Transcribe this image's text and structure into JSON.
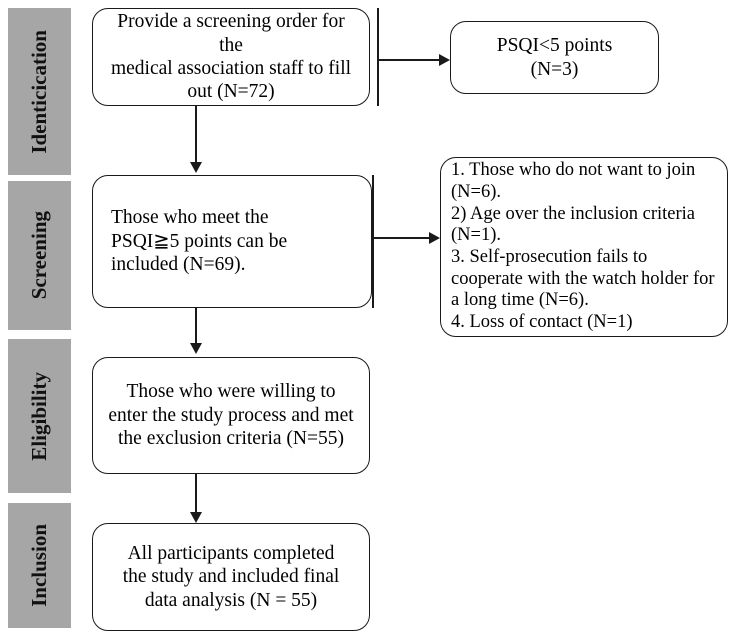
{
  "figure": {
    "type": "prisma-flow-diagram",
    "colors": {
      "stage_strip_fill": "#a6a6a6",
      "box_border": "#1a1a1a",
      "box_fill": "#ffffff",
      "connector": "#1a1a1a",
      "text": "#000000"
    }
  },
  "stages": [
    {
      "id": "identification",
      "label": "Identicication"
    },
    {
      "id": "screening",
      "label": "Screening"
    },
    {
      "id": "eligibility",
      "label": "Eligibility"
    },
    {
      "id": "inclusion",
      "label": "Inclusion"
    }
  ],
  "nodes": {
    "enrollment": {
      "line1": "Provide a screening order for the",
      "line2": "medical association staff to fill",
      "line3": "out (N=72)"
    },
    "excluded_psqi": {
      "line1": "PSQI<5 points",
      "line2": "(N=3)"
    },
    "screened": {
      "line1": "Those who meet the",
      "line2": "PSQI≧5 points can be",
      "line3": "included (N=69)."
    },
    "exclusions": {
      "items": [
        "1. Those who do not want to join (N=6).",
        "2) Age over the inclusion criteria (N=1).",
        "3. Self-prosecution fails to cooperate with the watch holder for a long time (N=6).",
        "4. Loss of contact (N=1)"
      ]
    },
    "eligible": {
      "line1": "Those who were willing to",
      "line2": "enter the study process and met",
      "line3": "the exclusion criteria (N=55)"
    },
    "included": {
      "line1": "All participants completed",
      "line2": "the study and included final",
      "line3": "data analysis (N = 55)"
    }
  }
}
